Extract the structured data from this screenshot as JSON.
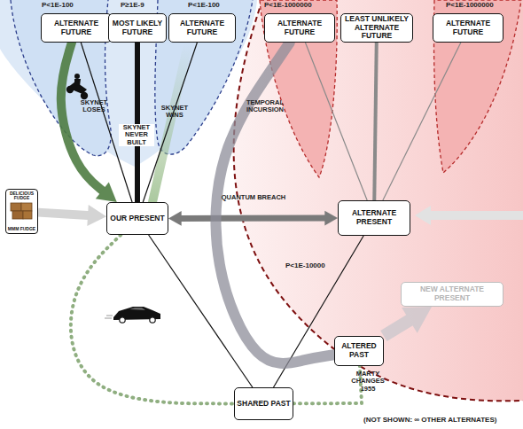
{
  "diagram": {
    "nodes": [
      {
        "text": [
          "ALTERNATE FUTURE"
        ]
      },
      {
        "text": [
          "MOST LIKELY FUTURE"
        ]
      },
      {
        "text": [
          "ALTERNATE FUTURE"
        ]
      },
      {
        "text": [
          "ALTERNATE FUTURE"
        ]
      },
      {
        "text": [
          "LEAST UNLIKELY ALTERNATE FUTURE"
        ]
      },
      {
        "text": [
          "ALTERNATE FUTURE"
        ]
      },
      {
        "text": [
          "DELICIOUS FUDGE",
          "MMM FUDGE"
        ]
      },
      {
        "text": [
          "OUR PRESENT"
        ]
      },
      {
        "text": [
          "ALTERNATE PRESENT"
        ]
      },
      {
        "text": [
          "NEW ALTERNATE PRESENT"
        ]
      },
      {
        "text": [
          "ALTERED PAST"
        ]
      },
      {
        "text": [
          "SHARED PAST"
        ]
      }
    ],
    "edges": [
      {
        "from": 7,
        "to": 0,
        "arrow": "none",
        "label": "SKYNET LOSES"
      },
      {
        "from": 7,
        "to": 1,
        "arrow": "none",
        "label": "SKYNET NEVER BUILT"
      },
      {
        "from": 7,
        "to": 2,
        "arrow": "none",
        "label": "SKYNET WINS"
      },
      {
        "from": 0,
        "to": 7,
        "arrow": "to"
      },
      {
        "from": 8,
        "to": 3,
        "arrow": "none"
      },
      {
        "from": 8,
        "to": 4,
        "arrow": "none"
      },
      {
        "from": 8,
        "to": 5,
        "arrow": "none"
      },
      {
        "from": 7,
        "to": 8,
        "arrow": "both",
        "label": "QUANTUM BREACH"
      },
      {
        "from": 6,
        "to": 7,
        "arrow": "to"
      },
      {
        "from": 11,
        "to": 7,
        "arrow": "none"
      },
      {
        "from": 11,
        "to": 8,
        "arrow": "none"
      },
      {
        "from": 3,
        "to": 10,
        "arrow": "none",
        "label": "TEMPORAL INCURSION"
      },
      {
        "from": 10,
        "to": 9,
        "arrow": "to"
      },
      {
        "from": 7,
        "to": 11,
        "arrow": "none"
      },
      {
        "from": 11,
        "to": 10,
        "arrow": "none",
        "label": "MARTY CHANGES 1955"
      }
    ],
    "labels": [
      "P<1E-100",
      "P≥1E-9",
      "P<1E-100",
      "P<1E-1000000",
      "P<1E-1000000",
      "P<1E-10000",
      "(NOT SHOWN: ∞ OTHER ALTERNATES)"
    ]
  }
}
